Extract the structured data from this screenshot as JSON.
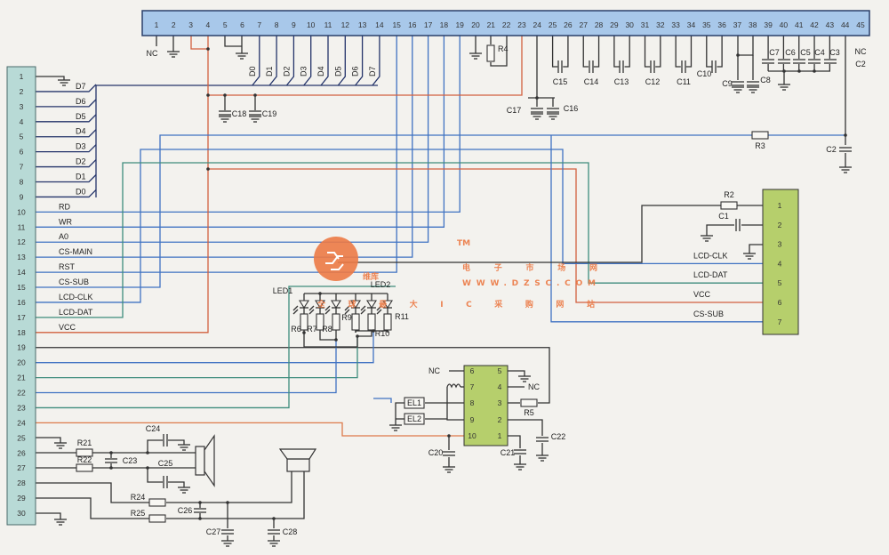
{
  "top_connector": {
    "pins": [
      "1",
      "2",
      "3",
      "4",
      "5",
      "6",
      "7",
      "8",
      "9",
      "10",
      "11",
      "12",
      "13",
      "14",
      "15",
      "16",
      "17",
      "18",
      "19",
      "20",
      "21",
      "22",
      "23",
      "24",
      "25",
      "26",
      "27",
      "28",
      "29",
      "30",
      "31",
      "32",
      "33",
      "34",
      "35",
      "36",
      "37",
      "38",
      "39",
      "40",
      "41",
      "42",
      "43",
      "44",
      "45"
    ],
    "pin1_label": "NC",
    "pin45_label": "NC",
    "pin45_cap": "C2",
    "data_lines": [
      "D0",
      "D1",
      "D2",
      "D3",
      "D4",
      "D5",
      "D6",
      "D7"
    ]
  },
  "left_connector": {
    "pins": [
      "1",
      "2",
      "3",
      "4",
      "5",
      "6",
      "7",
      "8",
      "9",
      "10",
      "11",
      "12",
      "13",
      "14",
      "15",
      "16",
      "17",
      "18",
      "19",
      "20",
      "21",
      "22",
      "23",
      "24",
      "25",
      "26",
      "27",
      "28",
      "29",
      "30"
    ],
    "signals": [
      "D7",
      "D6",
      "D5",
      "D4",
      "D3",
      "D2",
      "D1",
      "D0",
      "RD",
      "WR",
      "A0",
      "CS-MAIN",
      "RST",
      "CS-SUB",
      "LCD-CLK",
      "LCD-DAT",
      "VCC"
    ]
  },
  "lcd_connector": {
    "pins": [
      "1",
      "2",
      "3",
      "4",
      "5",
      "6",
      "7"
    ],
    "signals": [
      "LCD-CLK",
      "LCD-DAT",
      "VCC",
      "CS-SUB"
    ]
  },
  "ic": {
    "left_pins": [
      "6",
      "7",
      "8",
      "9",
      "10"
    ],
    "right_pins": [
      "5",
      "4",
      "3",
      "2",
      "1"
    ],
    "nc_left": "NC",
    "nc_right": "NC"
  },
  "components": {
    "R2": "R2",
    "R3": "R3",
    "R4": "R4",
    "R5": "R5",
    "R6": "R6",
    "R7": "R7",
    "R8": "R8",
    "R9": "R9",
    "R10": "R10",
    "R11": "R11",
    "R21": "R21",
    "R22": "R22",
    "R24": "R24",
    "R25": "R25",
    "C1": "C1",
    "C2": "C2",
    "C3": "C3",
    "C4": "C4",
    "C5": "C5",
    "C6": "C6",
    "C7": "C7",
    "C8": "C8",
    "C9": "C9",
    "C10": "C10",
    "C11": "C11",
    "C12": "C12",
    "C13": "C13",
    "C14": "C14",
    "C15": "C15",
    "C16": "C16",
    "C17": "C17",
    "C18": "C18",
    "C19": "C19",
    "C20": "C20",
    "C21": "C21",
    "C22": "C22",
    "C23": "C23",
    "C24": "C24",
    "C25": "C25",
    "C26": "C26",
    "C27": "C27",
    "C28": "C28",
    "LED1": "LED1",
    "LED2": "LED2",
    "EL1": "EL1",
    "EL2": "EL2"
  },
  "watermark": {
    "brand": "维库",
    "tm": "TM",
    "title": "电子市场网",
    "url": "WWW.DZSC.COM",
    "slogan": "全球最大IC采购网站"
  },
  "colors": {
    "bus": "#24346a",
    "blue": "#3f72c2",
    "red": "#d2603f",
    "green": "#3e8c7c",
    "black": "#333333",
    "orange": "#dd7a4a"
  }
}
